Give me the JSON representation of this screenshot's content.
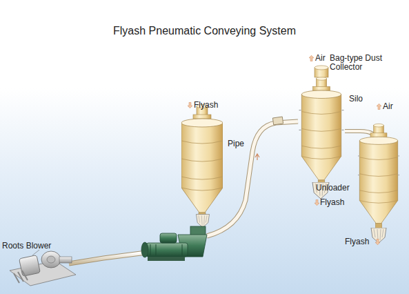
{
  "diagram": {
    "title": "Flyash Pneumatic Conveying System",
    "labels": [
      "Flyash",
      "Pipe",
      "Air",
      "Bag-type Dust Collector",
      "Silo",
      "Air",
      "Unloader",
      "Flyash",
      "Flyash",
      "Roots Blower"
    ]
  }
}
